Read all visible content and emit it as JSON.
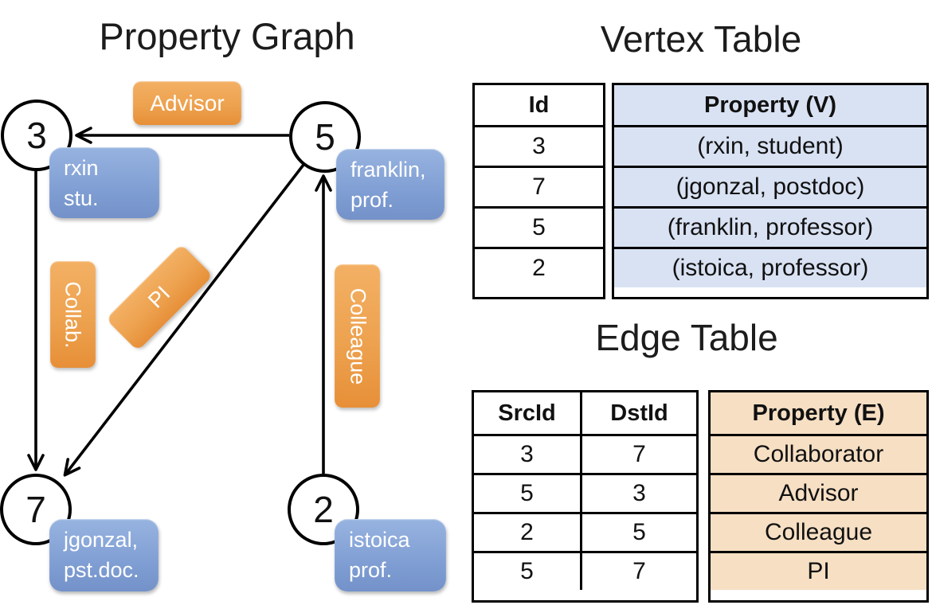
{
  "graph": {
    "title": "Property Graph",
    "nodes": [
      {
        "id": "3",
        "lines": [
          "rxin",
          "stu."
        ]
      },
      {
        "id": "5",
        "lines": [
          "franklin,",
          "prof."
        ]
      },
      {
        "id": "7",
        "lines": [
          "jgonzal,",
          "pst.doc."
        ]
      },
      {
        "id": "2",
        "lines": [
          "istoica",
          "prof."
        ]
      }
    ],
    "edges": [
      {
        "src": "5",
        "dst": "3",
        "label": "Advisor"
      },
      {
        "src": "3",
        "dst": "7",
        "label": "Collab."
      },
      {
        "src": "5",
        "dst": "7",
        "label": "PI"
      },
      {
        "src": "2",
        "dst": "5",
        "label": "Colleague"
      }
    ]
  },
  "vertex_table": {
    "title": "Vertex Table",
    "col_id": "Id",
    "col_prop": "Property (V)",
    "rows": [
      [
        "3",
        "(rxin, student)"
      ],
      [
        "7",
        "(jgonzal, postdoc)"
      ],
      [
        "5",
        "(franklin, professor)"
      ],
      [
        "2",
        "(istoica, professor)"
      ]
    ]
  },
  "edge_table": {
    "title": "Edge Table",
    "col_src": "SrcId",
    "col_dst": "DstId",
    "col_prop": "Property (E)",
    "rows": [
      [
        "3",
        "7",
        "Collaborator"
      ],
      [
        "5",
        "3",
        "Advisor"
      ],
      [
        "2",
        "5",
        "Colleague"
      ],
      [
        "5",
        "7",
        "PI"
      ]
    ]
  },
  "colors": {
    "edge_label_fill": "#EDA24F",
    "vertex_label_fill": "#86A3D8",
    "vertex_table_prop_fill": "#D9E2F3",
    "edge_table_prop_fill": "#F6DFC3",
    "line_color": "#000000"
  }
}
